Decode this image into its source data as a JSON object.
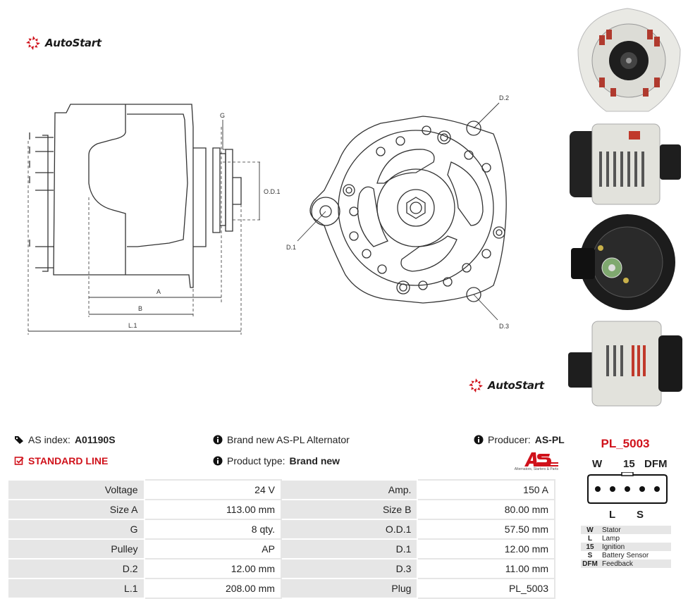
{
  "brand": {
    "name": "AutoStart"
  },
  "drawing_labels": {
    "G": "G",
    "OD1": "O.D.1",
    "A": "A",
    "B": "B",
    "L1": "L.1",
    "D1": "D.1",
    "D2": "D.2",
    "D3": "D.3"
  },
  "info": {
    "as_index_label": "AS index:",
    "as_index_value": "A01190S",
    "standard_line": "STANDARD LINE",
    "brand_new_text": "Brand new AS-PL Alternator",
    "product_type_label": "Product type:",
    "product_type_value": "Brand new",
    "producer_label": "Producer:",
    "producer_value": "AS-PL",
    "as_logo_tagline": "Alternators, Starters & Parts"
  },
  "specs": [
    {
      "k1": "Voltage",
      "v1": "24 V",
      "k2": "Amp.",
      "v2": "150 A"
    },
    {
      "k1": "Size A",
      "v1": "113.00 mm",
      "k2": "Size B",
      "v2": "80.00 mm"
    },
    {
      "k1": "G",
      "v1": "8 qty.",
      "k2": "O.D.1",
      "v2": "57.50 mm"
    },
    {
      "k1": "Pulley",
      "v1": "AP",
      "k2": "D.1",
      "v2": "12.00 mm"
    },
    {
      "k1": "D.2",
      "v1": "12.00 mm",
      "k2": "D.3",
      "v2": "11.00 mm"
    },
    {
      "k1": "L.1",
      "v1": "208.00 mm",
      "k2": "Plug",
      "v2": "PL_5003"
    }
  ],
  "plug": {
    "code": "PL_5003",
    "top_pins": [
      "W",
      "15",
      "DFM"
    ],
    "bottom_pins": [
      "L",
      "S"
    ],
    "legend": [
      {
        "key": "W",
        "desc": "Stator"
      },
      {
        "key": "L",
        "desc": "Lamp"
      },
      {
        "key": "15",
        "desc": "Ignition"
      },
      {
        "key": "S",
        "desc": "Battery Sensor"
      },
      {
        "key": "DFM",
        "desc": "Feedback"
      }
    ]
  },
  "colors": {
    "accent_red": "#d0121b",
    "table_shade": "#e6e6e6"
  },
  "icons": [
    "tag-icon",
    "info-icon",
    "checkbox-icon"
  ]
}
